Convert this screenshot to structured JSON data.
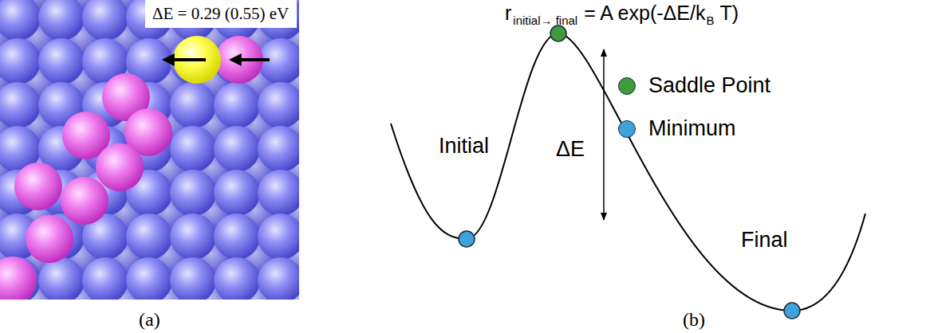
{
  "diagram": {
    "nodes": [
      {
        "text": [
          "ΔE = 0.29 (0.55) eV"
        ]
      }
    ],
    "labels": [
      "(a)",
      "r",
      "initial→ final",
      "= A exp(-ΔE/k",
      "B",
      "T)",
      "Initial",
      "ΔE",
      "Final",
      "(b)"
    ],
    "legend": [
      {
        "text": "Saddle Point",
        "color": "#3f9a3c"
      },
      {
        "text": "Minimum",
        "color": "#3ea3dc"
      }
    ]
  }
}
